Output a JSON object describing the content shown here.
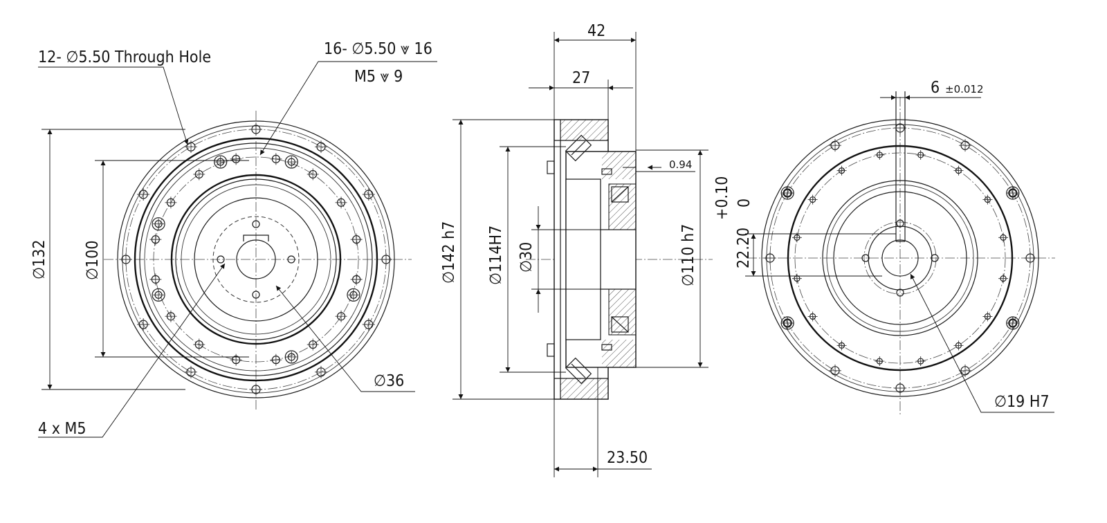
{
  "front_view": {
    "through_hole": "12- ∅5.50 Through Hole",
    "counterbore": "16- ∅5.50 ⩔ 16",
    "thread_depth": "M5 ⩔ 9",
    "dia_132": "∅132",
    "dia_100": "∅100",
    "dia_36": "∅36",
    "tapped": "4 x M5"
  },
  "section_view": {
    "width_42": "42",
    "width_27": "27",
    "width_23_50": "23.50",
    "gap_0_94": "0.94",
    "dia_142": "∅142 h7",
    "dia_114": "∅114H7",
    "dia_30": "∅30",
    "dia_110": "∅110 h7"
  },
  "rear_view": {
    "key_width": "6",
    "key_tol": "±0.012",
    "key_depth": "22.20",
    "tol_upper": "+0.10",
    "tol_lower": "0",
    "bore": "∅19 H7"
  }
}
